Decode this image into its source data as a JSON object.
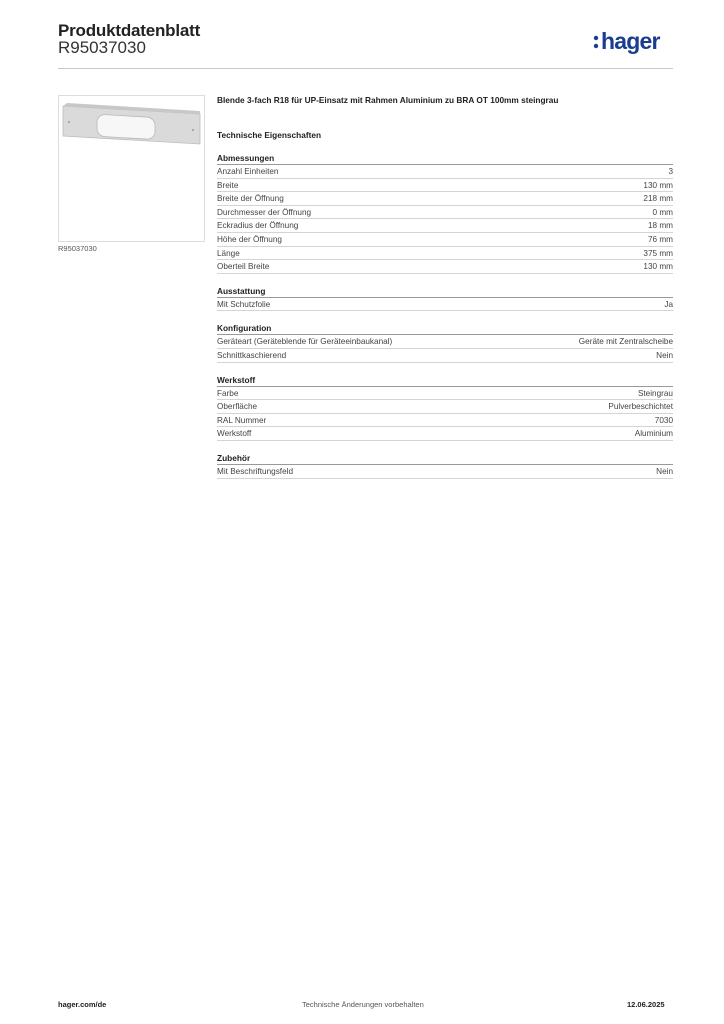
{
  "header": {
    "title": "Produktdatenblatt",
    "code": "R95037030",
    "logo_text": "hager",
    "brand_color": "#1a3d8f"
  },
  "image": {
    "caption": "R95037030"
  },
  "product": {
    "title": "Blende 3-fach R18 für UP-Einsatz mit Rahmen Aluminium zu BRA OT 100mm steingrau"
  },
  "tech_heading": "Technische Eigenschaften",
  "sections": [
    {
      "title": "Abmessungen",
      "rows": [
        {
          "label": "Anzahl Einheiten",
          "value": "3"
        },
        {
          "label": "Breite",
          "value": "130 mm"
        },
        {
          "label": "Breite der Öffnung",
          "value": "218 mm"
        },
        {
          "label": "Durchmesser der Öffnung",
          "value": "0 mm"
        },
        {
          "label": "Eckradius der Öffnung",
          "value": "18 mm"
        },
        {
          "label": "Höhe der Öffnung",
          "value": "76 mm"
        },
        {
          "label": "Länge",
          "value": "375 mm"
        },
        {
          "label": "Oberteil Breite",
          "value": "130 mm"
        }
      ]
    },
    {
      "title": "Ausstattung",
      "rows": [
        {
          "label": "Mit Schutzfolie",
          "value": "Ja"
        }
      ]
    },
    {
      "title": "Konfiguration",
      "rows": [
        {
          "label": "Geräteart (Geräteblende für Geräteeinbaukanal)",
          "value": "Geräte mit Zentralscheibe"
        },
        {
          "label": "Schnittkaschierend",
          "value": "Nein"
        }
      ]
    },
    {
      "title": "Werkstoff",
      "rows": [
        {
          "label": "Farbe",
          "value": "Steingrau"
        },
        {
          "label": "Oberfläche",
          "value": "Pulverbeschichtet"
        },
        {
          "label": "RAL Nummer",
          "value": "7030"
        },
        {
          "label": "Werkstoff",
          "value": "Aluminium"
        }
      ]
    },
    {
      "title": "Zubehör",
      "rows": [
        {
          "label": "Mit Beschriftungsfeld",
          "value": "Nein"
        }
      ]
    }
  ],
  "footer": {
    "left": "hager.com/de",
    "center": "Technische Änderungen vorbehalten",
    "right": "12.06.2025"
  }
}
